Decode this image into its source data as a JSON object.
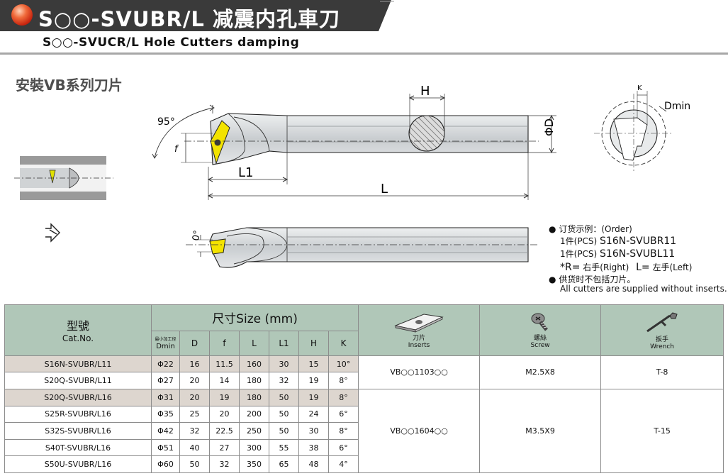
{
  "header": {
    "title": "S○○-SVUBR/L 减震内孔車刀",
    "subtitle": "S○○-SVUCR/L Hole Cutters damping",
    "section_title": "安裝VB系列刀片"
  },
  "drawing": {
    "angle_top": "95°",
    "angle_side": "0°",
    "dim_f": "f",
    "dim_L1": "L1",
    "dim_L": "L",
    "dim_H": "H",
    "dim_D": "ΦD",
    "dim_K": "K",
    "dim_Dmin": "Dmin"
  },
  "order": {
    "line1": "订货示例：(Order)",
    "line2_prefix": "1件(PCS) ",
    "line2_code": "S16N-SVUBR11",
    "line3_prefix": "1件(PCS) ",
    "line3_code": "S16N-SVUBL11",
    "line4_r": "*R=",
    "line4_r_text": "右手(Right)",
    "line4_l": "L=",
    "line4_l_text": "左手(Left)",
    "line5": "供货时不包括刀片。",
    "line6": "All cutters are supplied without inserts."
  },
  "table": {
    "model_cn": "型號",
    "model_en": "Cat.No.",
    "size_label": "尺寸Size (mm)",
    "dmin_cn": "最小加工径",
    "dmin_en": "Dmin",
    "columns": [
      "D",
      "f",
      "L",
      "L1",
      "H",
      "K"
    ],
    "insert_cn": "刀片",
    "insert_en": "Inserts",
    "screw_cn": "螺絲",
    "screw_en": "Screw",
    "wrench_cn": "扳手",
    "wrench_en": "Wrench",
    "rows": [
      {
        "model": "S16N-SVUBR/L11",
        "dmin": "Φ22",
        "D": "16",
        "f": "11.5",
        "L": "160",
        "L1": "30",
        "H": "15",
        "K": "10°"
      },
      {
        "model": "S20Q-SVUBR/L11",
        "dmin": "Φ27",
        "D": "20",
        "f": "14",
        "L": "180",
        "L1": "32",
        "H": "19",
        "K": "8°"
      },
      {
        "model": "S20Q-SVUBR/L16",
        "dmin": "Φ31",
        "D": "20",
        "f": "19",
        "L": "180",
        "L1": "50",
        "H": "19",
        "K": "8°"
      },
      {
        "model": "S25R-SVUBR/L16",
        "dmin": "Φ35",
        "D": "25",
        "f": "20",
        "L": "200",
        "L1": "50",
        "H": "24",
        "K": "6°"
      },
      {
        "model": "S32S-SVUBR/L16",
        "dmin": "Φ42",
        "D": "32",
        "f": "22.5",
        "L": "250",
        "L1": "50",
        "H": "30",
        "K": "8°"
      },
      {
        "model": "S40T-SVUBR/L16",
        "dmin": "Φ51",
        "D": "40",
        "f": "27",
        "L": "300",
        "L1": "55",
        "H": "38",
        "K": "6°"
      },
      {
        "model": "S50U-SVUBR/L16",
        "dmin": "Φ60",
        "D": "50",
        "f": "32",
        "L": "350",
        "L1": "65",
        "H": "48",
        "K": "4°"
      }
    ],
    "groups": [
      {
        "insert": "VB○○1103○○",
        "screw": "M2.5X8",
        "wrench": "T-8"
      },
      {
        "insert": "VB○○1604○○",
        "screw": "M3.5X9",
        "wrench": "T-15"
      }
    ]
  },
  "colors": {
    "banner": "#3a3a3a",
    "table_header": "#b0c7b8",
    "highlight_row": "#ddd6cf",
    "insert_yellow": "#f3e300",
    "tool_body": "#d9dcde"
  }
}
